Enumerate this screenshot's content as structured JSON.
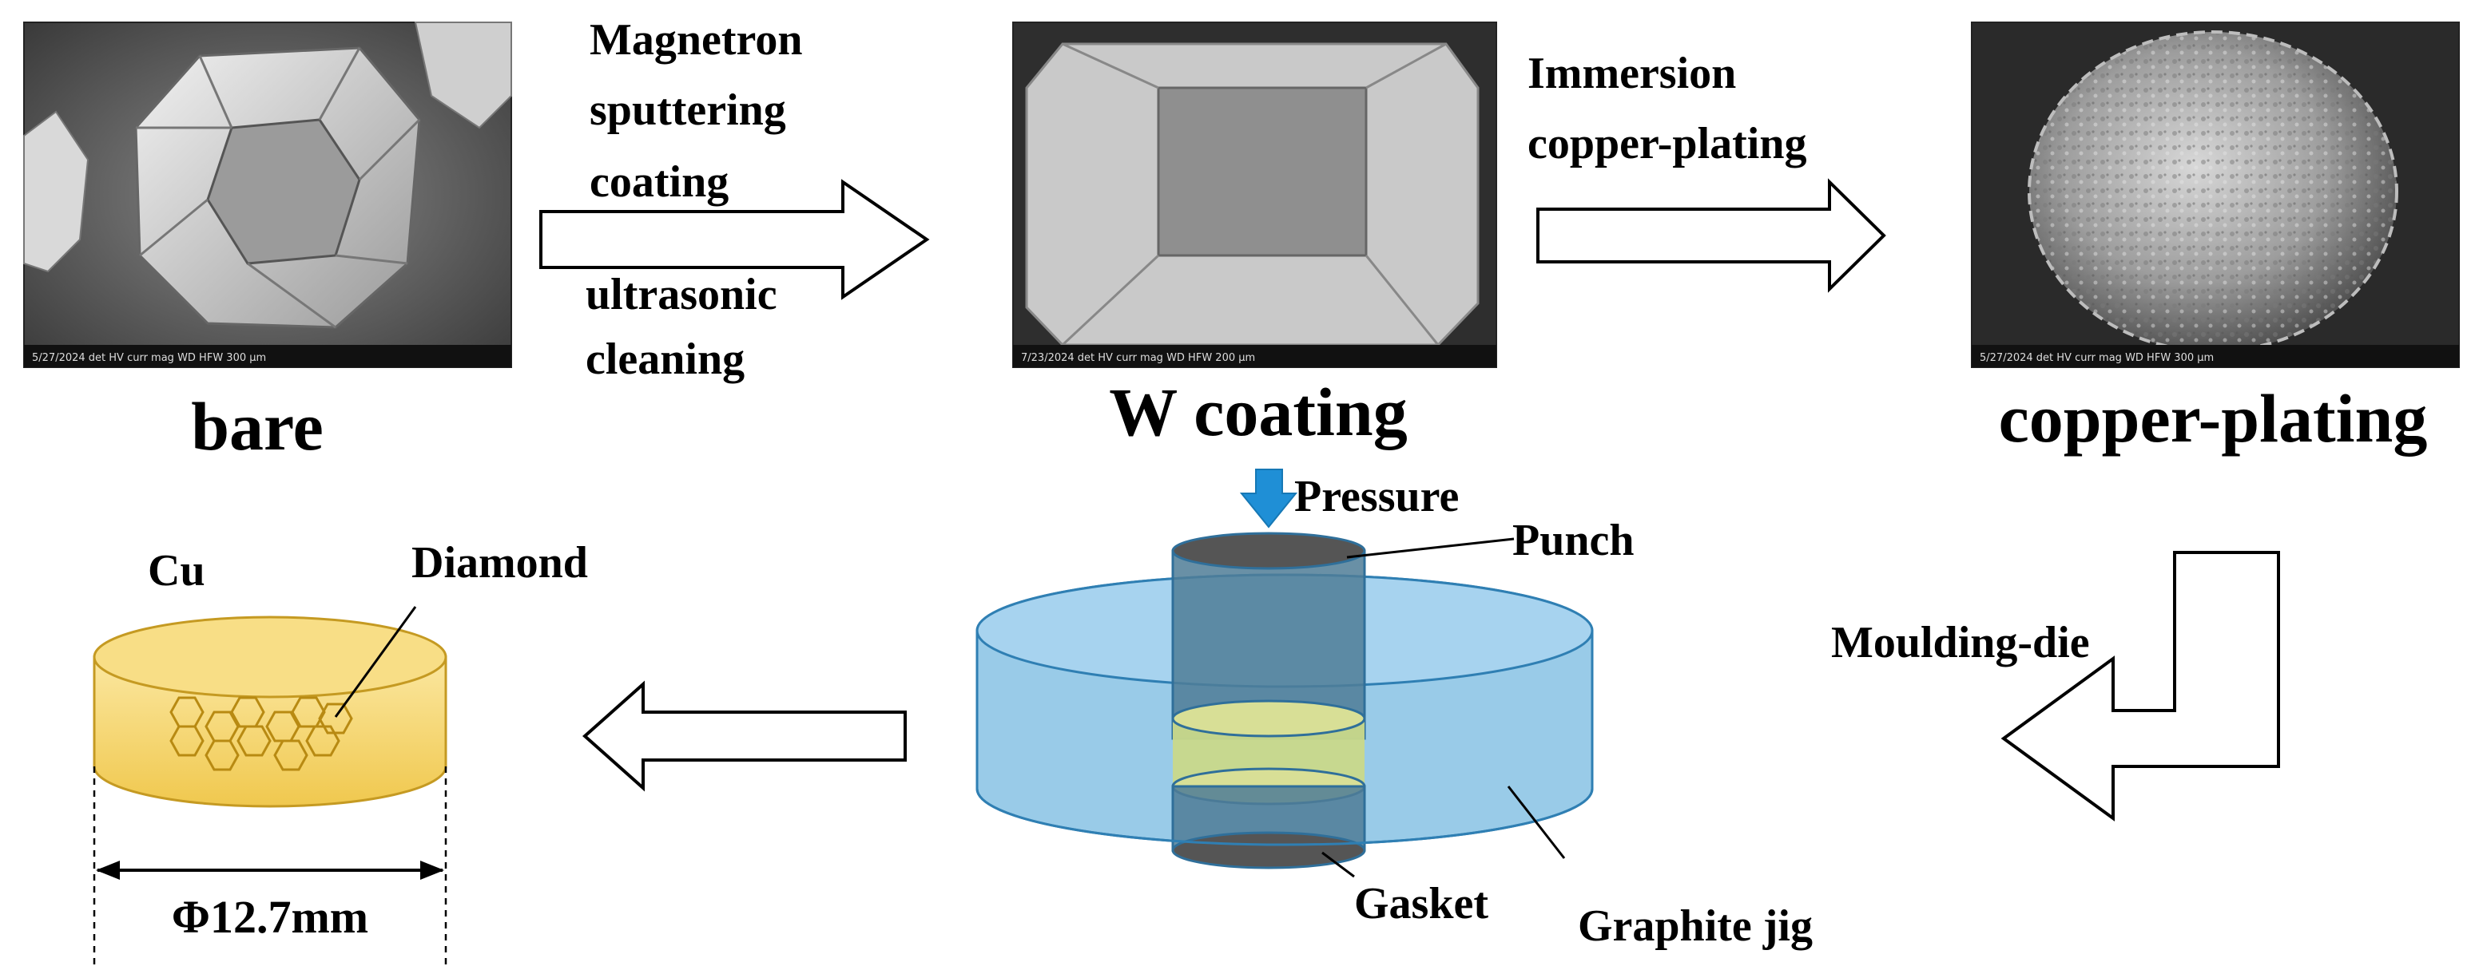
{
  "steps": {
    "bare": "bare",
    "w_coating": "W coating",
    "copper_plating": "copper-plating"
  },
  "process": {
    "step1_lines": [
      "Magnetron",
      "sputtering",
      "coating"
    ],
    "step1_sub_lines": [
      "ultrasonic",
      "cleaning"
    ],
    "step2_lines": [
      "Immersion",
      "copper-plating"
    ],
    "moulding": "Moulding-die"
  },
  "die": {
    "pressure": "Pressure",
    "punch": "Punch",
    "gasket": "Gasket",
    "jig": "Graphite jig"
  },
  "product": {
    "cu": "Cu",
    "diamond": "Diamond",
    "diameter": "Φ12.7mm"
  },
  "sem_footer": {
    "bare": "5/27/2024  det  HV  curr  mag  WD  HFW   300 µm",
    "w": "7/23/2024  det  HV  curr  mag  WD  HFW   200 µm",
    "cu": "5/27/2024  det  HV  curr  mag  WD  HFW   300 µm"
  },
  "colors": {
    "jig": "#8ec5e6",
    "jig_stroke": "#2f7fb3",
    "punch": "#555555",
    "compact": "#e5e08a",
    "cu_disc": "#f5d46a",
    "cu_disc_stroke": "#c59a22",
    "hexagon": "#b88a12",
    "pressure_arrow": "#1f8fd6"
  }
}
